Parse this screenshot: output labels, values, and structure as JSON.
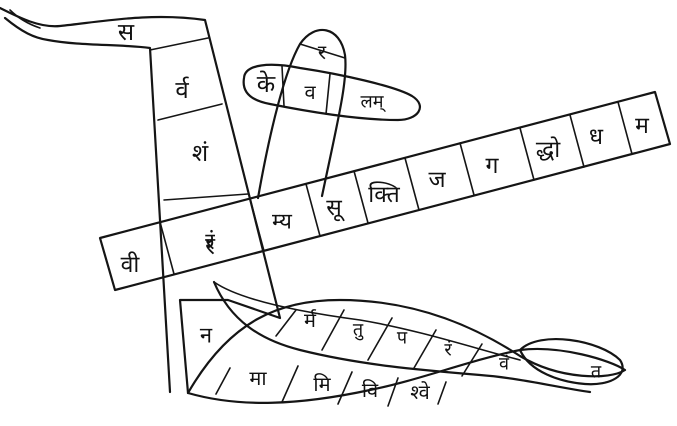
{
  "diagram": {
    "ink_color": "#151515",
    "background": "#ffffff",
    "bottom_left_banner": {
      "syllables": [
        "स",
        "र्व",
        "शं",
        "र"
      ]
    },
    "horizontal_banner": {
      "syllables": [
        "वी",
        "रं",
        "म्य",
        "सू",
        "क्ति",
        "ज",
        "ग",
        "द्धो",
        "ध",
        "म"
      ]
    },
    "loop_top": {
      "syllables": [
        "र",
        "के",
        "व",
        "लम्"
      ]
    },
    "leaf_upper": {
      "syllables": [
        "र्म",
        "तु",
        "प",
        "रं",
        "वं"
      ]
    },
    "leaf_lower": {
      "syllables": [
        "न",
        "मा",
        "मि",
        "वि",
        "श्वे"
      ]
    },
    "right_tip": {
      "syllables": [
        "त"
      ]
    }
  }
}
